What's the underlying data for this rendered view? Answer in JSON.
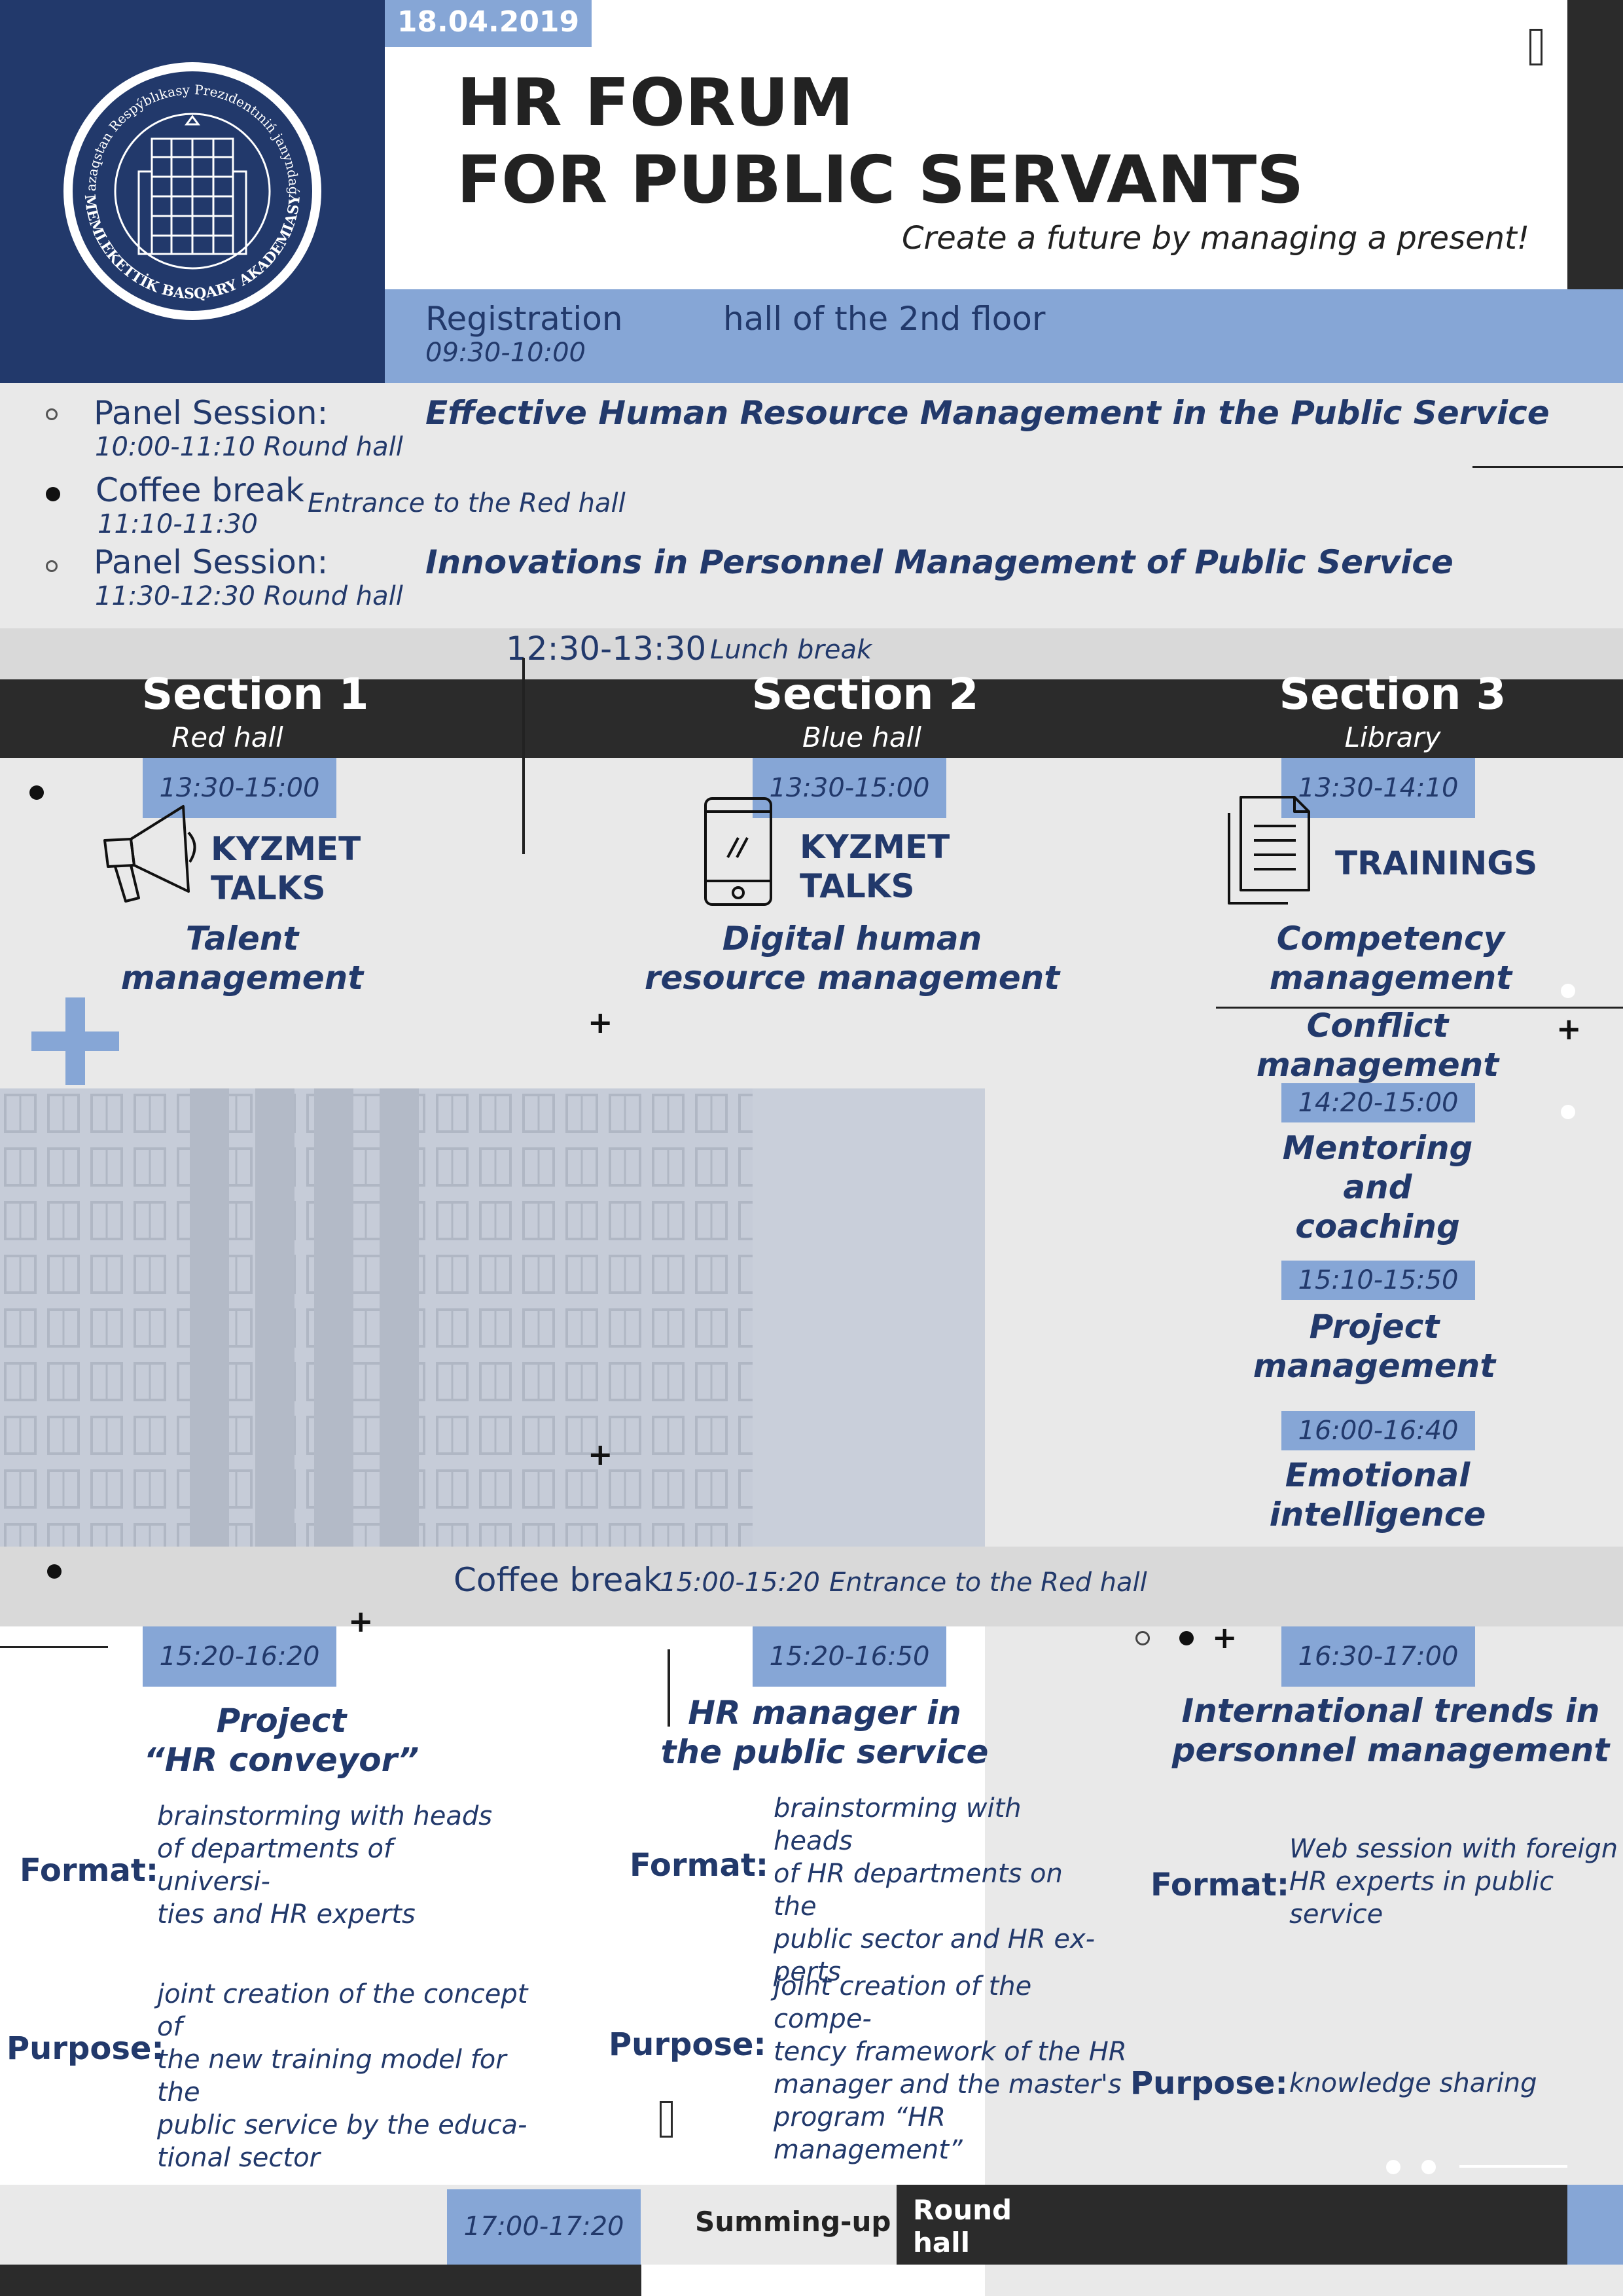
{
  "header": {
    "date": "18.04.2019",
    "title_line1": "HR FORUM",
    "title_line2": "FOR PUBLIC SERVANTS",
    "tagline": "Create a future by managing a present!",
    "logo": {
      "ring_text_top": "Qazaqstan Respýblıkasy Prezıdentınіń janyndaǵy",
      "ring_text_bottom": "MEMLEKETTİK BASQARY AKADEMIASY"
    }
  },
  "registration": {
    "label": "Registration",
    "time": "09:30-10:00",
    "location": "hall of the 2nd floor"
  },
  "morning": [
    {
      "type": "Panel Session:",
      "time_place": "10:00-11:10 Round hall",
      "title": "Effective Human Resource Management in the Public Service",
      "bullet": "hollow"
    },
    {
      "type": "Coffee break",
      "time_place": "11:10-11:30",
      "title": "Entrance to the Red hall",
      "bullet": "filled"
    },
    {
      "type": "Panel Session:",
      "time_place": "11:30-12:30 Round hall",
      "title": "Innovations in Personnel Management of Public Service",
      "bullet": "hollow"
    }
  ],
  "lunch": {
    "time": "12:30-13:30",
    "label": "Lunch break"
  },
  "sections": [
    {
      "title": "Section 1",
      "hall": "Red hall"
    },
    {
      "title": "Section 2",
      "hall": "Blue hall"
    },
    {
      "title": "Section 3",
      "hall": "Library"
    }
  ],
  "s1": {
    "time1": "13:30-15:00",
    "kind_line1": "KYZMET",
    "kind_line2": "TALKS",
    "topic_line1": "Talent",
    "topic_line2": "management",
    "time2": "15:20-16:20",
    "topic2_line1": "Project",
    "topic2_line2": "“HR conveyor”",
    "format_label": "Format:",
    "format_lines": [
      "brainstorming with heads",
      "of departments of universi-",
      "ties and HR experts"
    ],
    "purpose_label": "Purpose:",
    "purpose_lines": [
      "joint creation of the concept of",
      "the new training model for the",
      "public service by the educa-",
      "tional sector"
    ]
  },
  "s2": {
    "time1": "13:30-15:00",
    "kind_line1": "KYZMET",
    "kind_line2": "TALKS",
    "topic_line1": "Digital human",
    "topic_line2": "resource management",
    "time2": "15:20-16:50",
    "topic2_line1": "HR manager in",
    "topic2_line2": "the public service",
    "format_label": "Format:",
    "format_lines": [
      "brainstorming with heads",
      "of HR departments on the",
      "public sector and HR ex-",
      "perts"
    ],
    "purpose_label": "Purpose:",
    "purpose_lines": [
      "joint creation of the compe-",
      "tency framework of the HR",
      "manager and the master's",
      "program “HR management”"
    ]
  },
  "s3": {
    "time1": "13:30-14:10",
    "kind": "TRAININGS",
    "topic_a_line1": "Competency",
    "topic_a_line2": "management",
    "topic_b_line1": "Conflict",
    "topic_b_line2": "management",
    "time_c": "14:20-15:00",
    "topic_c_line1": "Mentoring",
    "topic_c_line2": "and",
    "topic_c_line3": "coaching",
    "time_d": "15:10-15:50",
    "topic_d_line1": "Project",
    "topic_d_line2": "management",
    "time_e": "16:00-16:40",
    "topic_e_line1": "Emotional",
    "topic_e_line2": "intelligence",
    "time2": "16:30-17:00",
    "topic2_line1": "International trends in",
    "topic2_line2": "personnel management",
    "format_label": "Format:",
    "format_lines": [
      "Web session with foreign",
      "HR experts in public service"
    ],
    "purpose_label": "Purpose:",
    "purpose_text": "knowledge sharing"
  },
  "coffee2": {
    "label": "Coffee break",
    "time": "15:00-15:20",
    "place": "Entrance to the Red hall"
  },
  "footer": {
    "time": "17:00-17:20",
    "label": "Summing-up",
    "place_line1": "Round",
    "place_line2": "hall"
  },
  "colors": {
    "navy": "#22396b",
    "light_blue": "#86a6d6",
    "dark": "#2b2b2b",
    "gray": "#e7e7e7"
  }
}
